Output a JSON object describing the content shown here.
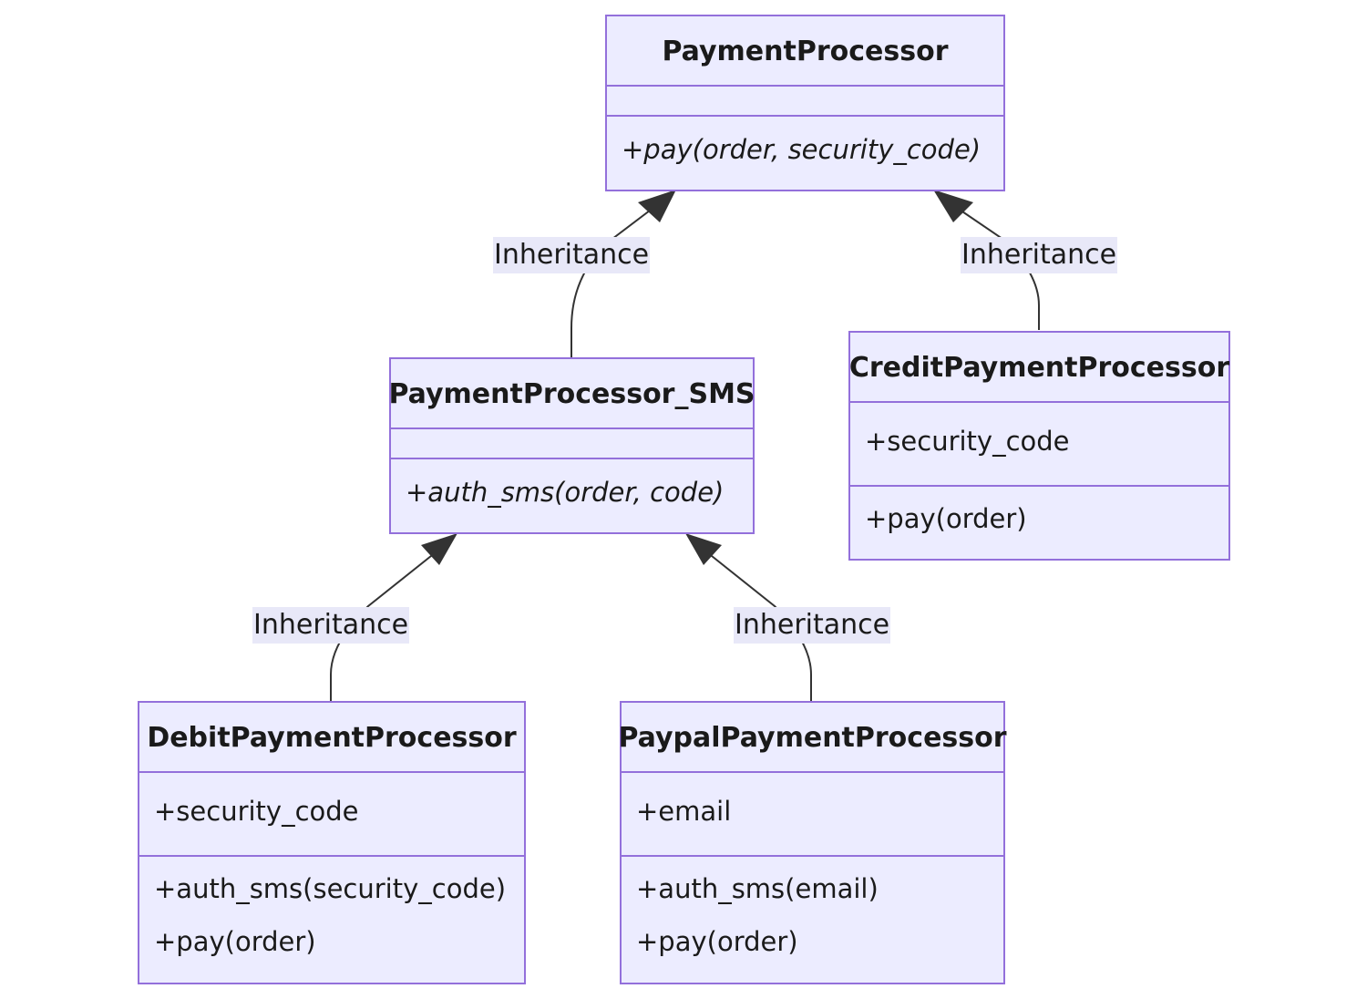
{
  "classes": {
    "payment_processor": {
      "name": "PaymentProcessor",
      "attributes": [],
      "methods": [
        "+pay(order, security_code)"
      ]
    },
    "payment_processor_sms": {
      "name": "PaymentProcessor_SMS",
      "attributes": [],
      "methods": [
        "+auth_sms(order, code)"
      ]
    },
    "credit_payment_processor": {
      "name": "CreditPaymentProcessor",
      "attributes": [
        "+security_code"
      ],
      "methods": [
        "+pay(order)"
      ]
    },
    "debit_payment_processor": {
      "name": "DebitPaymentProcessor",
      "attributes": [
        "+security_code"
      ],
      "methods": [
        "+auth_sms(security_code)",
        "+pay(order)"
      ]
    },
    "paypal_payment_processor": {
      "name": "PaypalPaymentProcessor",
      "attributes": [
        "+email"
      ],
      "methods": [
        "+auth_sms(email)",
        "+pay(order)"
      ]
    }
  },
  "relations": [
    {
      "from": "PaymentProcessor_SMS",
      "to": "PaymentProcessor",
      "label": "Inheritance"
    },
    {
      "from": "CreditPaymentProcessor",
      "to": "PaymentProcessor",
      "label": "Inheritance"
    },
    {
      "from": "DebitPaymentProcessor",
      "to": "PaymentProcessor_SMS",
      "label": "Inheritance"
    },
    {
      "from": "PaypalPaymentProcessor",
      "to": "PaymentProcessor_SMS",
      "label": "Inheritance"
    }
  ],
  "colors": {
    "box_fill": "#ececff",
    "box_border": "#9370db",
    "edge": "#333333",
    "label_bg": "#e8e8f8"
  }
}
